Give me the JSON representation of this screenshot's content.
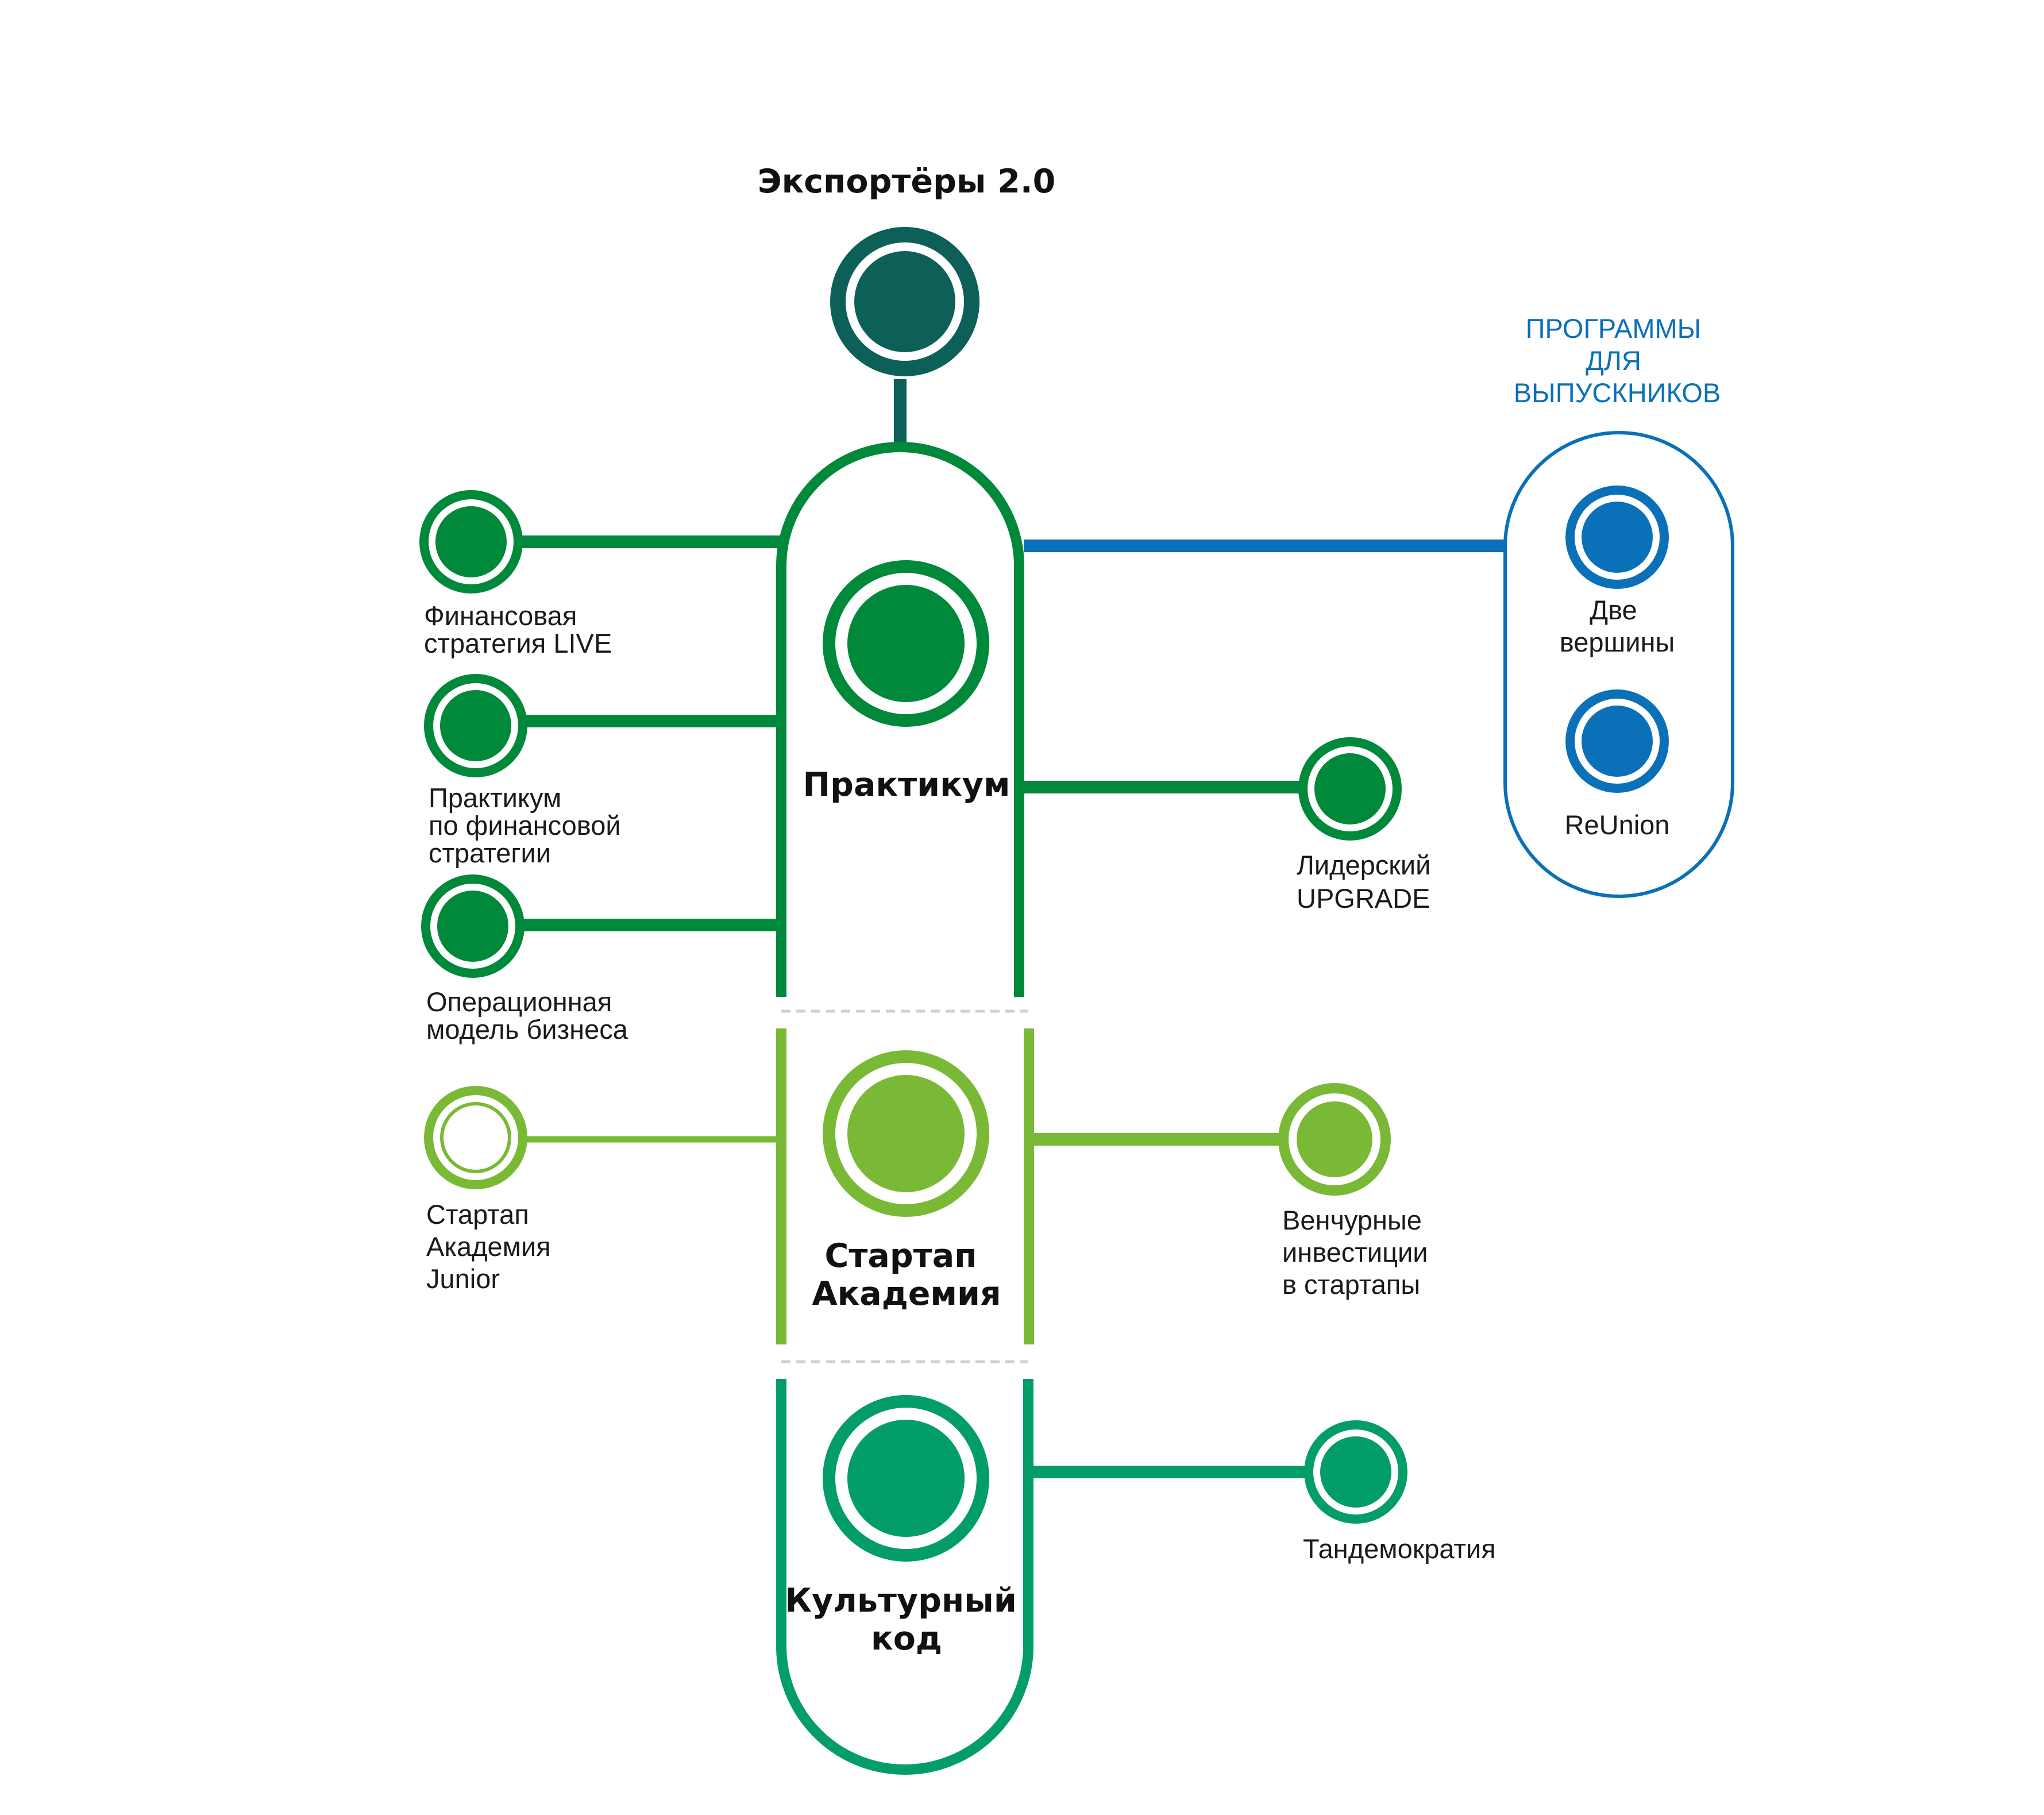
{
  "colors": {
    "dark": "#0c6057",
    "green": "#00893a",
    "light": "#7ab935",
    "teal": "#029d6b",
    "blue": "#0a70b8",
    "separator": "#cfcfd4"
  },
  "top": {
    "title": "Экспортёры 2.0"
  },
  "core": {
    "practicum": [
      "Практикум"
    ],
    "startup": [
      "Стартап",
      "Академия"
    ],
    "culture": [
      "Культурный",
      "код"
    ]
  },
  "left": {
    "fin_live": [
      "Финансовая",
      "стратегия LIVE"
    ],
    "fin_practicum": [
      "Практикум",
      "по финансовой",
      "стратегии"
    ],
    "op_model": [
      "Операционная",
      "модель бизнеса"
    ],
    "junior": [
      "Стартап",
      "Академия",
      "Junior"
    ]
  },
  "right": {
    "leader": [
      "Лидерский",
      "UPGRADE"
    ],
    "venture": [
      "Венчурные",
      "инвестиции",
      "в стартапы"
    ],
    "tandem": [
      "Тандемократия"
    ]
  },
  "alumni": {
    "heading": [
      "ПРОГРАММЫ",
      "ДЛЯ",
      "ВЫПУСКНИКОВ"
    ],
    "two_peaks": [
      "Две",
      "вершины"
    ],
    "reunion": [
      "ReUnion"
    ]
  }
}
